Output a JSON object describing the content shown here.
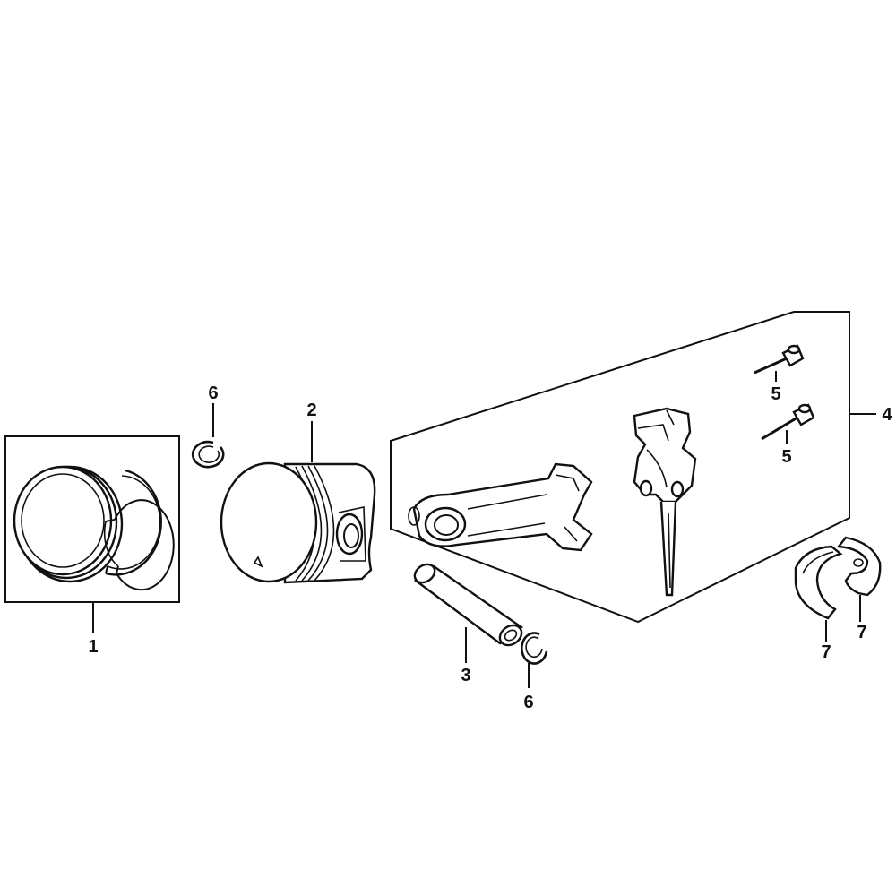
{
  "callouts": {
    "piston_ring_set": "1",
    "piston": "2",
    "piston_pin": "3",
    "connecting_rod_assembly": "4",
    "rod_bolt_upper": "5",
    "rod_bolt_lower": "5",
    "pin_clip_top": "6",
    "pin_clip_bottom": "6",
    "bearing_left": "7",
    "bearing_right": "7"
  },
  "colors": {
    "line": "#111111",
    "background": "#ffffff"
  }
}
